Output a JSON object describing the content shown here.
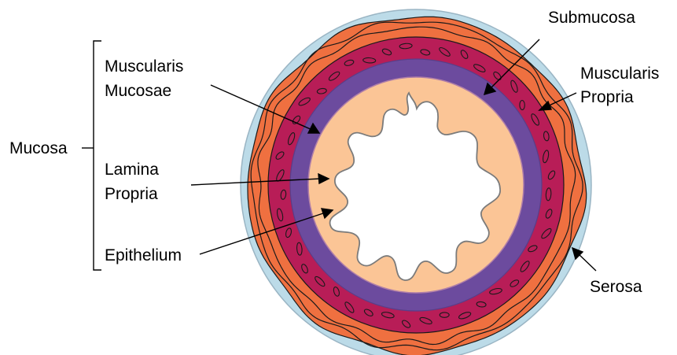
{
  "labels": {
    "submucosa": "Submucosa",
    "muscularis_propria": [
      "Muscularis",
      "Propria"
    ],
    "muscularis_mucosae": [
      "Muscularis",
      "Mucosae"
    ],
    "mucosa": "Mucosa",
    "lamina_propria": [
      "Lamina",
      "Propria"
    ],
    "epithelium": "Epithelium",
    "serosa": "Serosa"
  },
  "colors": {
    "serosa": "#bcdbe8",
    "muscularis_outer": "#ef7040",
    "muscularis_inner": "#b81d57",
    "submucosa": "#6c4b9e",
    "lamina_propria": "#fbc596",
    "lumen": "#ffffff",
    "outline": "#1a1a1a"
  }
}
